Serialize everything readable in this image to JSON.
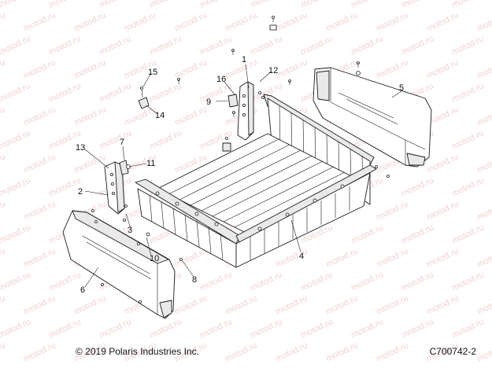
{
  "watermark_text": "motod.ru",
  "footer": {
    "copyright": "© 2019 Polaris Industries Inc.",
    "drawing_number": "C700742-2"
  },
  "callouts": [
    {
      "id": "1",
      "label": "1"
    },
    {
      "id": "2",
      "label": "2"
    },
    {
      "id": "3",
      "label": "3"
    },
    {
      "id": "4",
      "label": "4"
    },
    {
      "id": "5",
      "label": "5"
    },
    {
      "id": "6",
      "label": "6"
    },
    {
      "id": "7",
      "label": "7"
    },
    {
      "id": "8",
      "label": "8"
    },
    {
      "id": "9",
      "label": "9"
    },
    {
      "id": "10",
      "label": "10"
    },
    {
      "id": "11",
      "label": "11"
    },
    {
      "id": "12",
      "label": "12"
    },
    {
      "id": "13",
      "label": "13"
    },
    {
      "id": "14",
      "label": "14"
    },
    {
      "id": "15",
      "label": "15"
    },
    {
      "id": "16",
      "label": "16"
    }
  ]
}
